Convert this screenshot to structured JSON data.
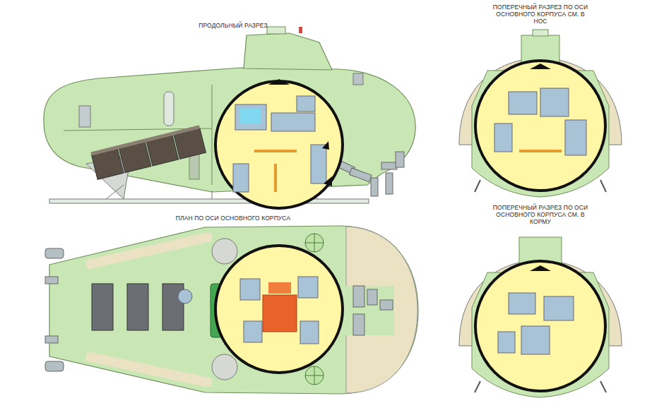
{
  "diagram": {
    "labels": [
      "ПРОДОЛЬНЫЙ РАЗРЕЗ",
      "ПОПЕРЕЧНЫЙ РАЗРЕЗ ПО ОСИ ОСНОВНОГО КОРПУСА СМ. В НОС",
      "ПЛАН ПО ОСИ ОСНОВНОГО КОРПУСА",
      "ПОПЕРЕЧНЫЙ РАЗРЕЗ ПО ОСИ ОСНОВНОГО КОРПУСА СМ. В КОРМУ"
    ]
  }
}
